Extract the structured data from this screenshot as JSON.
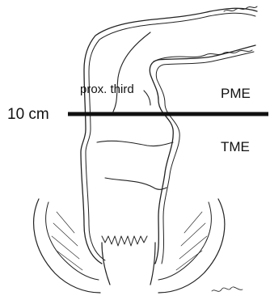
{
  "labels": {
    "proximal_third": "prox. third",
    "pme": "PME",
    "ten_cm": "10 cm",
    "tme": "TME"
  },
  "colors": {
    "ink": "#111111",
    "background": "#ffffff"
  }
}
